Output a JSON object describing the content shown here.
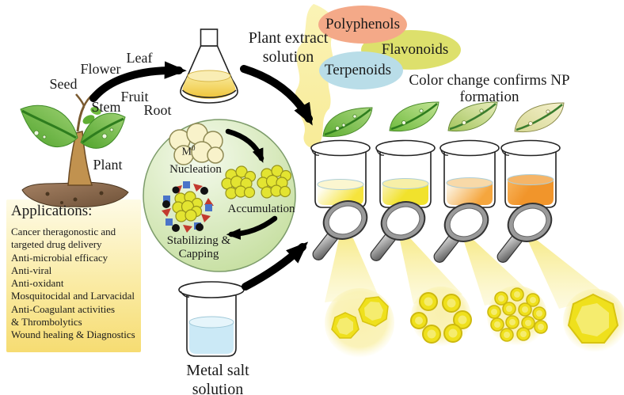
{
  "plant_parts": {
    "seed": "Seed",
    "flower": "Flower",
    "leaf": "Leaf",
    "stem": "Stem",
    "fruit": "Fruit",
    "root": "Root",
    "plant": "Plant"
  },
  "flask_label": {
    "line1": "Plant extract",
    "line2": "solution"
  },
  "phytochemicals": {
    "polyphenols": "Polyphenols",
    "flavonoids": "Flavonoids",
    "terpenoids": "Terpenoids"
  },
  "color_change": {
    "line1": "Color change confirms NP",
    "line2": "formation"
  },
  "mechanism": {
    "metal_symbol": "M",
    "metal_superscript": "0",
    "step1": "Nucleation",
    "step2": "Accumulation",
    "step3_line1": "Stabilizing &",
    "step3_line2": "Capping"
  },
  "applications": {
    "title": "Applications:",
    "items": [
      "Cancer theragonostic and",
      "targeted drug delivery",
      "Anti-microbial efficacy",
      "Anti-viral",
      "Anti-oxidant",
      "Mosquitocidal and Larvacidal",
      "Anti-Coagulant activities",
      "& Thrombolytics",
      "Wound healing & Diagnostics"
    ]
  },
  "metal_salt": {
    "line1": "Metal salt",
    "line2": "solution"
  },
  "colors": {
    "polyphenols": "#F4A988",
    "flavonoids": "#DDE06C",
    "terpenoids": "#B9DDE8",
    "glow_blob": "#FAF2AE",
    "flask_liquid_top": "#F8E896",
    "flask_liquid_bottom": "#EFC437",
    "metal_liquid": "#CBE9F6",
    "beaker1_light": "#FEFDF0",
    "beaker1_liquid": "#F6E43C",
    "beaker2_light": "#FAF3B8",
    "beaker2_liquid": "#F1E22C",
    "beaker3_light": "#FCF2DE",
    "beaker3_liquid": "#F5A63E",
    "beaker4_light": "#F8B45C",
    "beaker4_liquid": "#F1952B",
    "leaf1_dark": "#5FAE33",
    "leaf1_light": "#A9D67E",
    "leaf2_dark": "#6FBA3E",
    "leaf2_light": "#C2E494",
    "leaf3_dark": "#A3C45C",
    "leaf3_light": "#E8EDBC",
    "leaf4_dark": "#D6D894",
    "leaf4_light": "#F5F0CC",
    "mechanism_circle_center": "#F4FAEC",
    "mechanism_circle_edge": "#C3DD9B",
    "nucleation_fill": "#F8F2CA",
    "accumulation_fill": "#E3E431",
    "capping_red": "#C23A2E",
    "capping_blue": "#4A74C8",
    "capping_black": "#111111",
    "nanoparticle": "#EFE01C",
    "applications_box_top": "#FEFBE6",
    "applications_box_bottom": "#F6DC72",
    "arrow": "#000000"
  }
}
